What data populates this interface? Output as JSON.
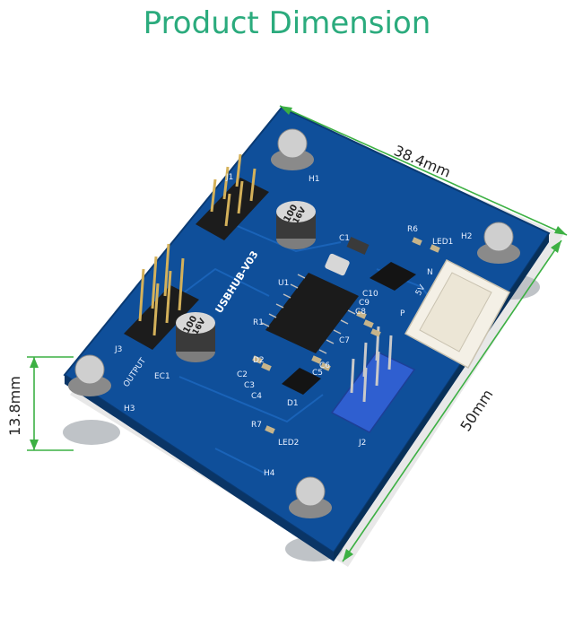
{
  "title": "Product Dimension",
  "dimensions": {
    "top_width": "38.4mm",
    "side_length": "50mm",
    "standoff_height": "13.8mm"
  },
  "board": {
    "model": "USBHUB-V03",
    "labels": [
      "H1",
      "H2",
      "H3",
      "H4",
      "R6",
      "LED1",
      "LED2",
      "R7",
      "U1",
      "C1",
      "C2",
      "C3",
      "C4",
      "C5",
      "C6",
      "C7",
      "C8",
      "C9",
      "C10",
      "R1",
      "D1",
      "D2",
      "J1",
      "J2",
      "J3",
      "EC1",
      "OUTPUT",
      "5V",
      "N",
      "P"
    ]
  },
  "capacitors": [
    {
      "value": "100",
      "voltage": "16V"
    },
    {
      "value": "100",
      "voltage": "16V"
    }
  ],
  "colors": {
    "title": "#2bab7d",
    "pcb": "#0f4f9a",
    "dimension_line": "#3cb043",
    "connector": "#f4f0e6",
    "header_blue": "#2f5fd0"
  }
}
